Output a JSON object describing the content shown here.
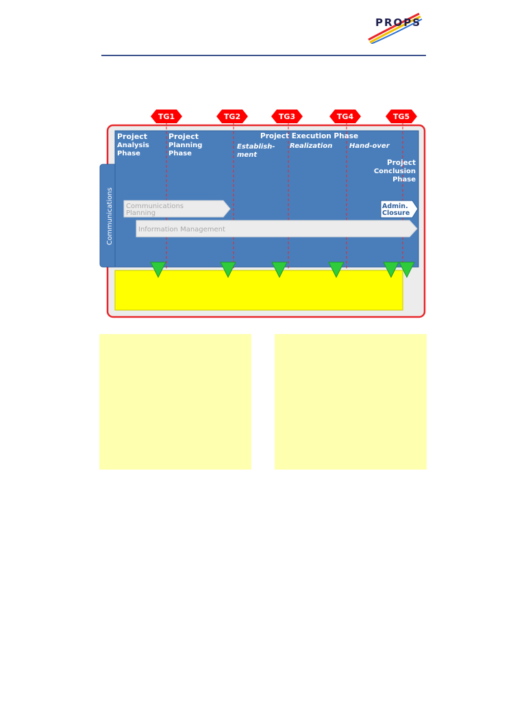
{
  "logo": {
    "text": "PROPS"
  },
  "colors": {
    "phase_panel": "#4a7ebb",
    "frame": "#e8262a",
    "gate": "#ff0000",
    "milestone": "#2ecc3a",
    "deliverable_bar": "#ffff00",
    "note_fill": "#ffffb0"
  },
  "diagram": {
    "gates": [
      "TG1",
      "TG2",
      "TG3",
      "TG4",
      "TG5"
    ],
    "side_tab": "Communications",
    "phases": {
      "analysis": [
        "Project",
        "Analysis",
        "Phase"
      ],
      "planning": [
        "Project",
        "Planning",
        "Phase"
      ],
      "execution_title": "Project Execution  Phase",
      "establishment": [
        "Establish-",
        "ment"
      ],
      "realization": "Realization",
      "handover": "Hand-over",
      "conclusion": [
        "Project",
        "Conclusion",
        "Phase"
      ]
    },
    "arrows": {
      "communications_planning": [
        "Communications",
        "Planning"
      ],
      "information_management": "Information Management",
      "admin_closure": [
        "Admin.",
        "Closure"
      ]
    }
  }
}
